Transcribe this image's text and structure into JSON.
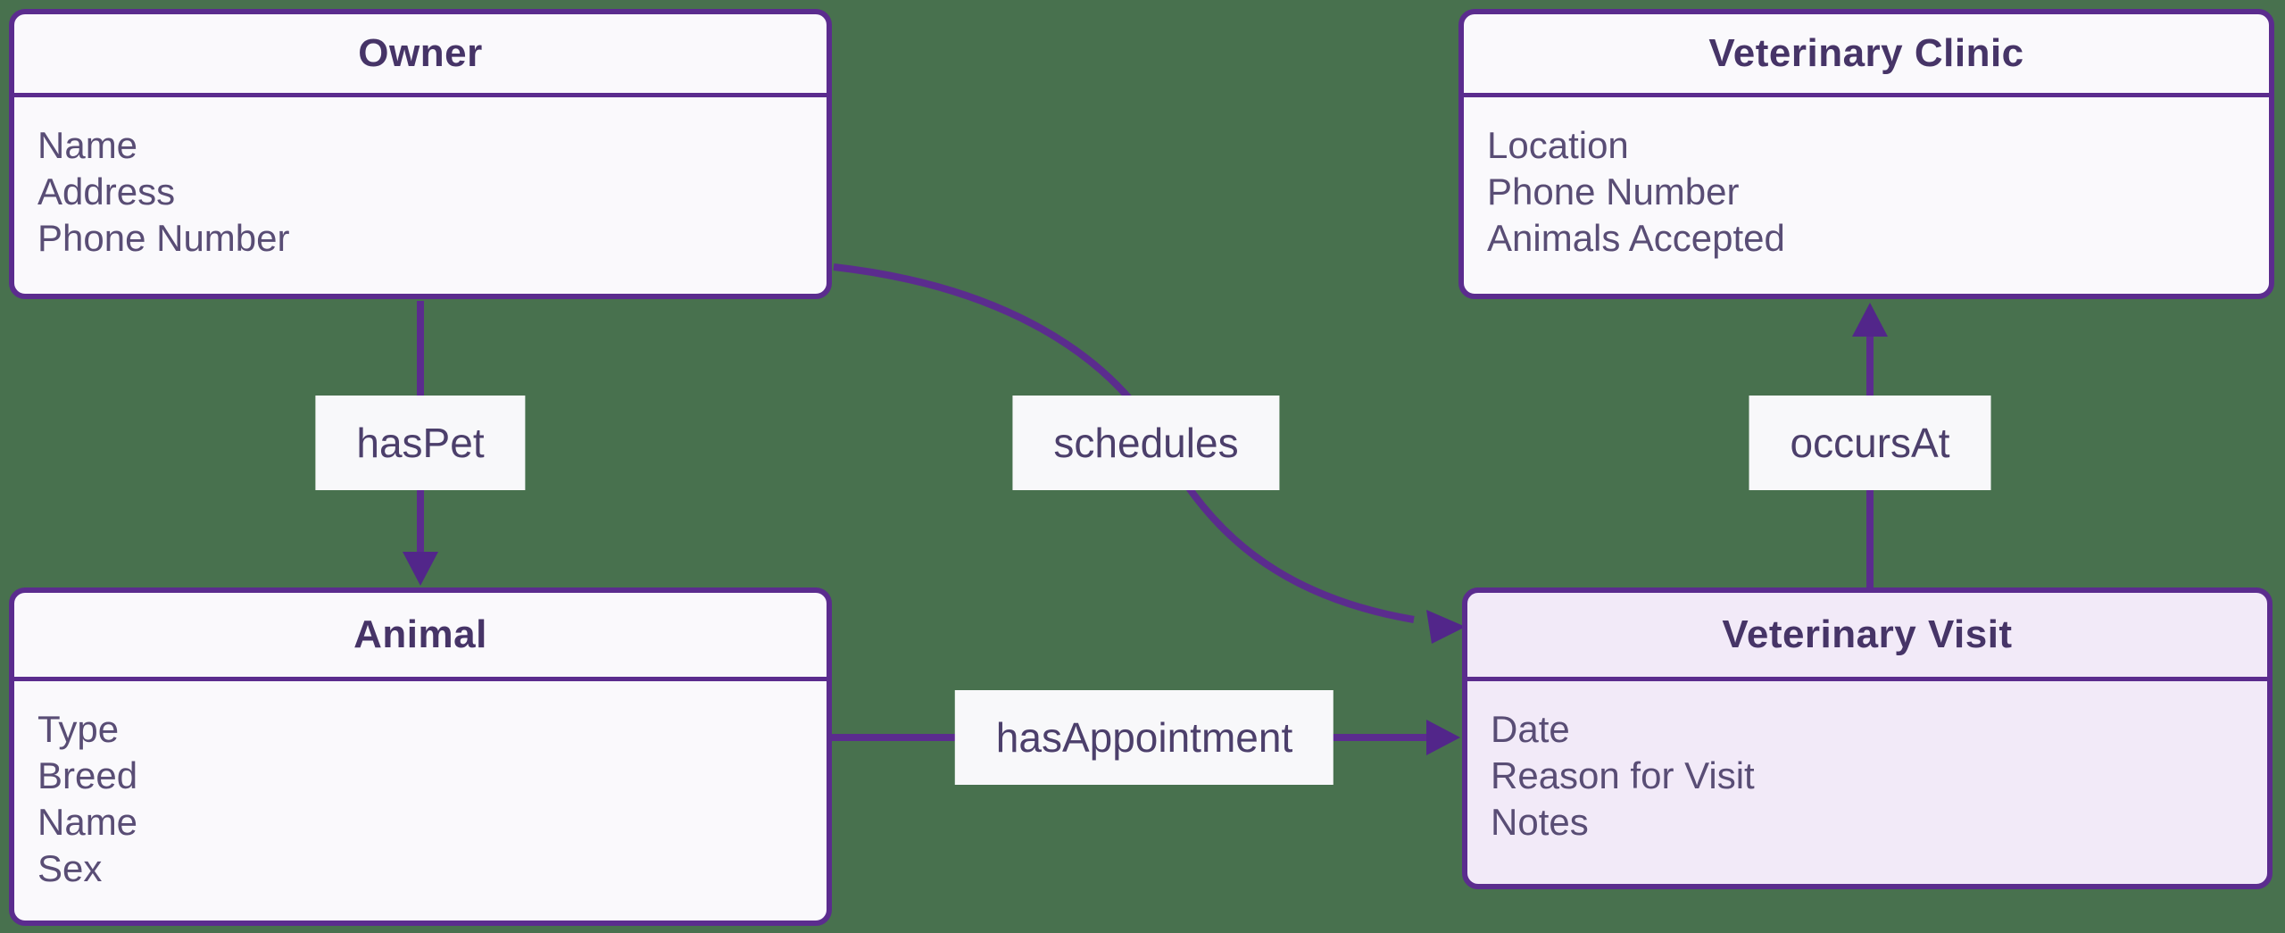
{
  "diagram": {
    "type": "entity-relationship",
    "colors": {
      "background": "#48714E",
      "entity_fill": "#FAF9FC",
      "entity_fill_highlighted": "#F2EAF8",
      "entity_border": "#5B2C8E",
      "edge_stroke": "#5B2C8E",
      "title_text": "#463467",
      "attribute_text": "#594D75",
      "label_text": "#4C3F6B",
      "label_background": "#F8F8FA"
    },
    "entities": [
      {
        "id": "owner",
        "title": "Owner",
        "attributes": [
          "Name",
          "Address",
          "Phone Number"
        ]
      },
      {
        "id": "veterinary-clinic",
        "title": "Veterinary Clinic",
        "attributes": [
          "Location",
          "Phone Number",
          "Animals Accepted"
        ]
      },
      {
        "id": "animal",
        "title": "Animal",
        "attributes": [
          "Type",
          "Breed",
          "Name",
          "Sex"
        ]
      },
      {
        "id": "veterinary-visit",
        "title": "Veterinary Visit",
        "attributes": [
          "Date",
          "Reason for Visit",
          "Notes"
        ],
        "highlighted": true
      }
    ],
    "relationships": [
      {
        "label": "hasPet",
        "from": "Owner",
        "to": "Animal",
        "direction": "down"
      },
      {
        "label": "schedules",
        "from": "Owner",
        "to": "Veterinary Visit",
        "direction": "curved-right-down"
      },
      {
        "label": "occursAt",
        "from": "Veterinary Visit",
        "to": "Veterinary Clinic",
        "direction": "up"
      },
      {
        "label": "hasAppointment",
        "from": "Animal",
        "to": "Veterinary Visit",
        "direction": "right"
      }
    ]
  }
}
